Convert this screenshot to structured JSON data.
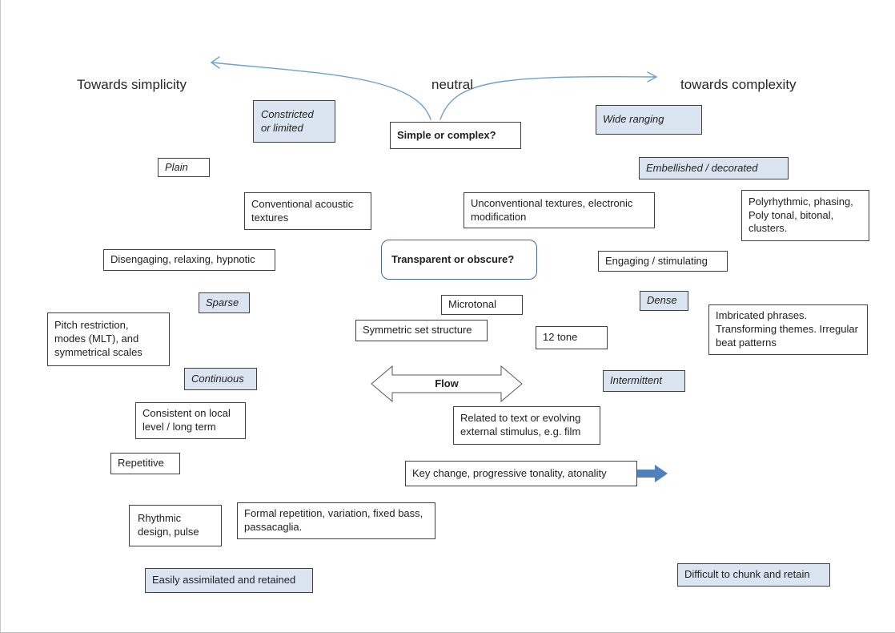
{
  "headers": {
    "left": "Towards simplicity",
    "center": "neutral",
    "right": "towards complexity"
  },
  "center": {
    "simple_or_complex": "Simple or complex?",
    "transparent_or_obscure": "Transparent or obscure?",
    "flow": "Flow",
    "unconventional": "Unconventional textures, electronic modification",
    "microtonal": "Microtonal",
    "symmetric_set": "Symmetric set structure",
    "twelve_tone": "12 tone",
    "related_text": "Related to text or evolving external stimulus, e.g. film",
    "key_change": "Key change, progressive tonality, atonality"
  },
  "simplicity": {
    "constricted": "Constricted or limited",
    "plain": "Plain",
    "conventional": "Conventional acoustic textures",
    "disengaging": "Disengaging, relaxing, hypnotic",
    "sparse": "Sparse",
    "pitch_restriction": "Pitch restriction, modes (MLT), and symmetrical scales",
    "continuous": "Continuous",
    "consistent": "Consistent on local level / long term",
    "repetitive": "Repetitive",
    "rhythmic_design": "Rhythmic design, pulse",
    "formal_repetition": "Formal repetition, variation, fixed bass, passacaglia.",
    "easily_assimilated": "Easily assimilated and retained"
  },
  "complexity": {
    "wide_ranging": "Wide ranging",
    "embellished": "Embellished / decorated",
    "polyrhythmic": "Polyrhythmic, phasing, Poly tonal, bitonal, clusters.",
    "engaging": "Engaging / stimulating",
    "dense": "Dense",
    "imbricated": "Imbricated phrases. Transforming themes. Irregular beat patterns",
    "intermittent": "Intermittent",
    "difficult_chunk": "Difficult to chunk and retain"
  },
  "colors": {
    "box_border": "#404040",
    "blue_fill": "#dbe5f1",
    "spectrum_arrow": "#6fa0cf",
    "solid_arrow": "#4f81bd",
    "rounded_border": "#4a6990"
  }
}
